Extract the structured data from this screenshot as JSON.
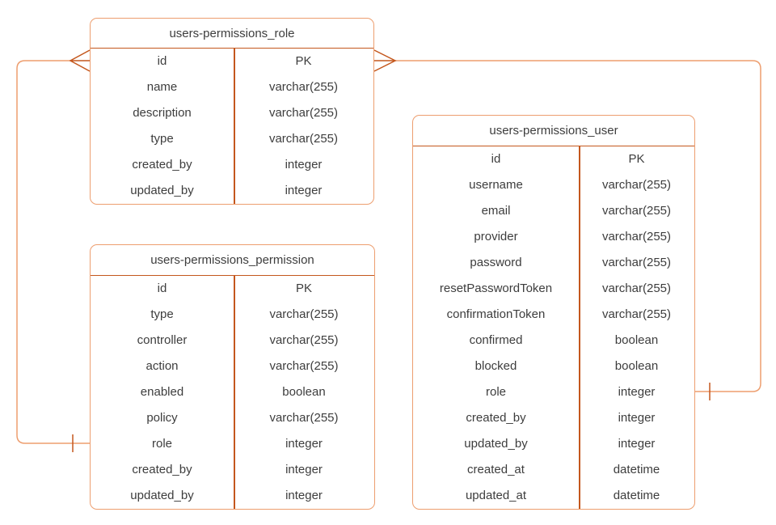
{
  "diagram": {
    "background": "#ffffff",
    "colors": {
      "table_border": "#ed9e6f",
      "divider_line": "#c4571d",
      "connector_line": "#ed9e6f",
      "marker_line": "#c4571d",
      "text": "#3d3d3d"
    }
  },
  "tables": [
    {
      "name": "role-table",
      "title": "users-permissions_role",
      "rows": [
        {
          "field": "id",
          "type": "PK"
        },
        {
          "field": "name",
          "type": "varchar(255)"
        },
        {
          "field": "description",
          "type": "varchar(255)"
        },
        {
          "field": "type",
          "type": "varchar(255)"
        },
        {
          "field": "created_by",
          "type": "integer"
        },
        {
          "field": "updated_by",
          "type": "integer"
        }
      ]
    },
    {
      "name": "permission-table",
      "title": "users-permissions_permission",
      "rows": [
        {
          "field": "id",
          "type": "PK"
        },
        {
          "field": "type",
          "type": "varchar(255)"
        },
        {
          "field": "controller",
          "type": "varchar(255)"
        },
        {
          "field": "action",
          "type": "varchar(255)"
        },
        {
          "field": "enabled",
          "type": "boolean"
        },
        {
          "field": "policy",
          "type": "varchar(255)"
        },
        {
          "field": "role",
          "type": "integer"
        },
        {
          "field": "created_by",
          "type": "integer"
        },
        {
          "field": "updated_by",
          "type": "integer"
        }
      ]
    },
    {
      "name": "user-table",
      "title": "users-permissions_user",
      "rows": [
        {
          "field": "id",
          "type": "PK"
        },
        {
          "field": "username",
          "type": "varchar(255)"
        },
        {
          "field": "email",
          "type": "varchar(255)"
        },
        {
          "field": "provider",
          "type": "varchar(255)"
        },
        {
          "field": "password",
          "type": "varchar(255)"
        },
        {
          "field": "resetPasswordToken",
          "type": "varchar(255)"
        },
        {
          "field": "confirmationToken",
          "type": "varchar(255)"
        },
        {
          "field": "confirmed",
          "type": "boolean"
        },
        {
          "field": "blocked",
          "type": "boolean"
        },
        {
          "field": "role",
          "type": "integer"
        },
        {
          "field": "created_by",
          "type": "integer"
        },
        {
          "field": "updated_by",
          "type": "integer"
        },
        {
          "field": "created_at",
          "type": "datetime"
        },
        {
          "field": "updated_at",
          "type": "datetime"
        }
      ]
    }
  ],
  "relationships": [
    {
      "from_table": "users-permissions_role",
      "from_field": "id",
      "from_cardinality": "many",
      "to_table": "users-permissions_permission",
      "to_field": "role",
      "to_cardinality": "one"
    },
    {
      "from_table": "users-permissions_role",
      "from_field": "id",
      "from_cardinality": "many",
      "to_table": "users-permissions_user",
      "to_field": "role",
      "to_cardinality": "one"
    }
  ]
}
